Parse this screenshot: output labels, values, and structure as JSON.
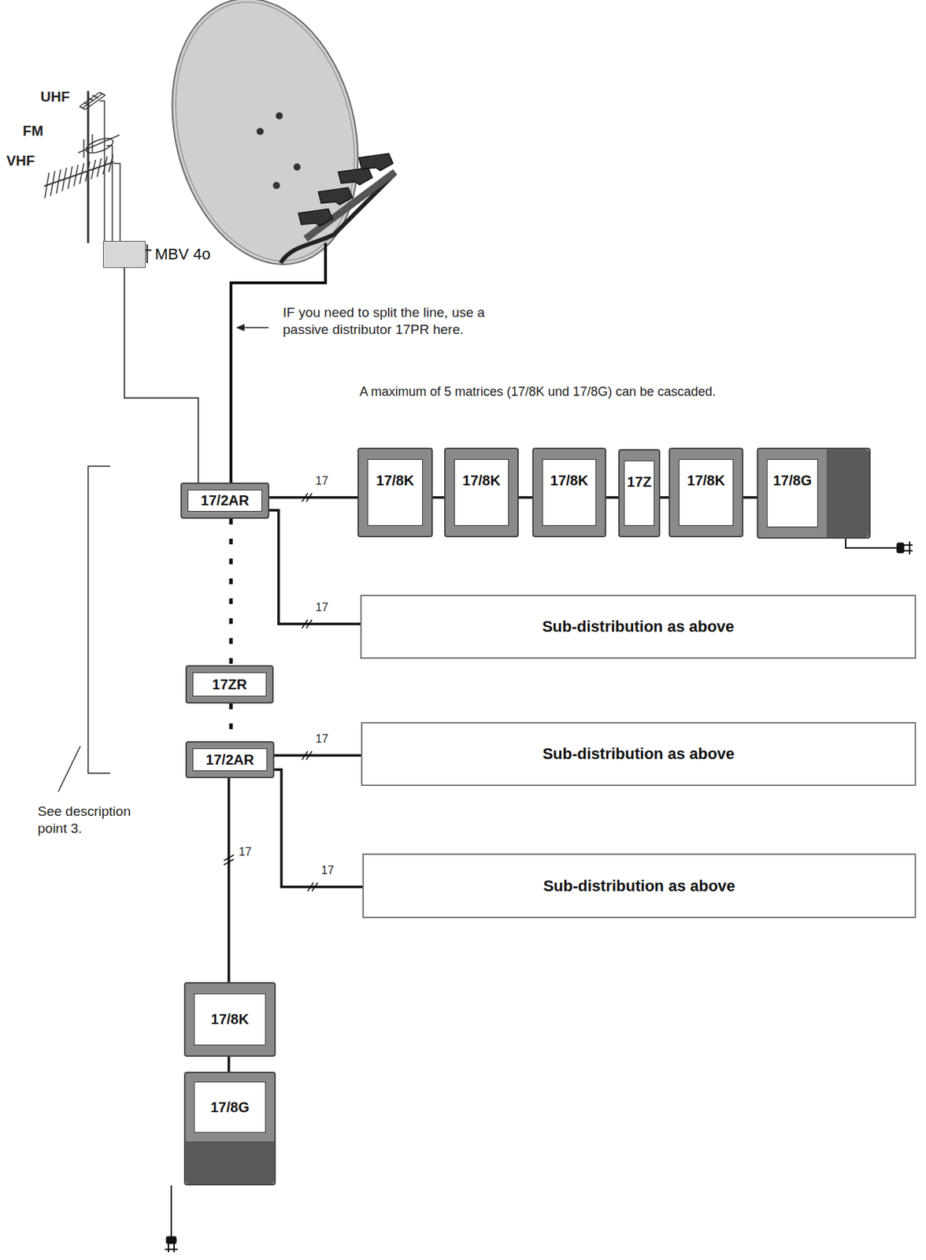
{
  "diagram": {
    "nodes": [
      {
        "text": [
          "MBV 4o"
        ]
      },
      {
        "text": [
          "17/2AR"
        ]
      },
      {
        "text": [
          "17/8K"
        ]
      },
      {
        "text": [
          "17/8K"
        ]
      },
      {
        "text": [
          "17/8K"
        ]
      },
      {
        "text": [
          "17Z"
        ]
      },
      {
        "text": [
          "17/8K"
        ]
      },
      {
        "text": [
          "17/8G"
        ]
      },
      {
        "text": [
          "Sub-distribution as above"
        ]
      },
      {
        "text": [
          "17ZR"
        ]
      },
      {
        "text": [
          "17/2AR"
        ]
      },
      {
        "text": [
          "Sub-distribution as above"
        ]
      },
      {
        "text": [
          "Sub-distribution as above"
        ]
      },
      {
        "text": [
          "17/8K"
        ]
      },
      {
        "text": [
          "17/8G"
        ]
      }
    ],
    "edges": [
      {
        "from": 0,
        "to": 1,
        "arrow": "none"
      },
      {
        "from": 1,
        "to": 2,
        "arrow": "none",
        "label": "17"
      },
      {
        "from": 2,
        "to": 3,
        "arrow": "none"
      },
      {
        "from": 3,
        "to": 4,
        "arrow": "none"
      },
      {
        "from": 4,
        "to": 5,
        "arrow": "none"
      },
      {
        "from": 5,
        "to": 6,
        "arrow": "none"
      },
      {
        "from": 6,
        "to": 7,
        "arrow": "none"
      },
      {
        "from": 1,
        "to": 8,
        "arrow": "none",
        "label": "17"
      },
      {
        "from": 1,
        "to": 9,
        "arrow": "none"
      },
      {
        "from": 9,
        "to": 10,
        "arrow": "none"
      },
      {
        "from": 10,
        "to": 11,
        "arrow": "none",
        "label": "17"
      },
      {
        "from": 10,
        "to": 12,
        "arrow": "none",
        "label": "17"
      },
      {
        "from": 10,
        "to": 13,
        "arrow": "none",
        "label": "17"
      },
      {
        "from": 13,
        "to": 14,
        "arrow": "none"
      }
    ],
    "labels": [
      "UHF",
      "FM",
      "VHF",
      "IF you need to split the line, use a passive distributor 17PR here.",
      "A maximum of 5 matrices (17/8K und 17/8G) can be cascaded.",
      "See description point 3."
    ]
  }
}
